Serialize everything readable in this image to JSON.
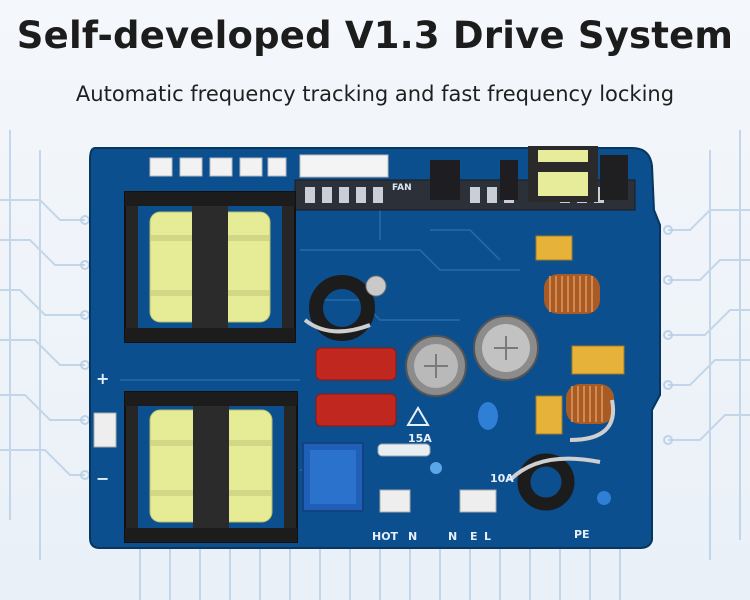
{
  "header": {
    "title": "Self-developed V1.3 Drive System",
    "subtitle": "Automatic frequency tracking and fast frequency locking"
  },
  "board": {
    "labels": {
      "hot": "HOT",
      "n1": "N",
      "n2": "N",
      "l": "L",
      "e": "E",
      "pe": "PE",
      "fuse_15a": "15A",
      "fuse_10a": "10A",
      "plus": "+",
      "minus": "−",
      "fan": "FAN"
    },
    "colors": {
      "pcb": "#0b4f8f",
      "pcb_edge": "#08406f",
      "transformer_core": "#2a2a2a",
      "coil_wrap": "#e7ec9a",
      "trace_lines": "#b7cde4"
    }
  }
}
